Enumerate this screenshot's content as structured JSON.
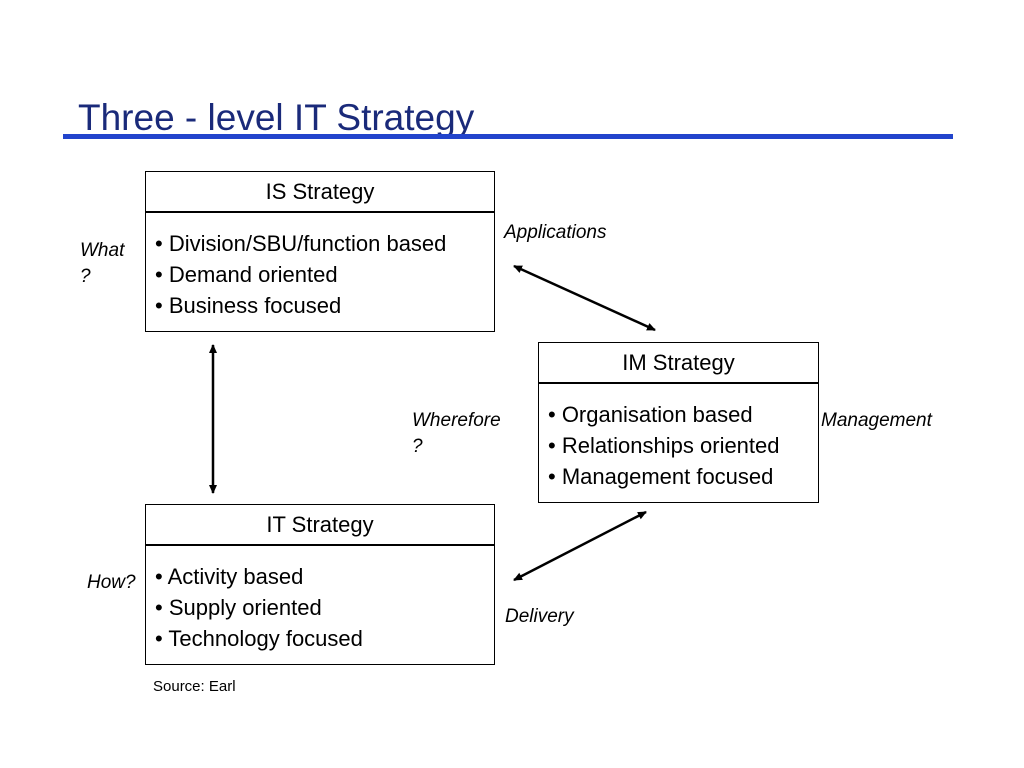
{
  "title": "Three - level IT Strategy",
  "is_strategy": {
    "heading": "IS Strategy",
    "bullets": [
      "• Division/SBU/function based",
      "• Demand oriented",
      "• Business focused"
    ],
    "side_label_line1": "What",
    "side_label_line2": "?"
  },
  "im_strategy": {
    "heading": "IM Strategy",
    "bullets": [
      "• Organisation based",
      "• Relationships oriented",
      "• Management focused"
    ],
    "side_label_left_line1": "Wherefore",
    "side_label_left_line2": "?",
    "side_label_right": "Management"
  },
  "it_strategy": {
    "heading": "IT Strategy",
    "bullets": [
      "• Activity based",
      "• Supply oriented",
      "• Technology focused"
    ],
    "side_label": "How?"
  },
  "connectors": {
    "applications": "Applications",
    "delivery": "Delivery"
  },
  "source": "Source: Earl"
}
